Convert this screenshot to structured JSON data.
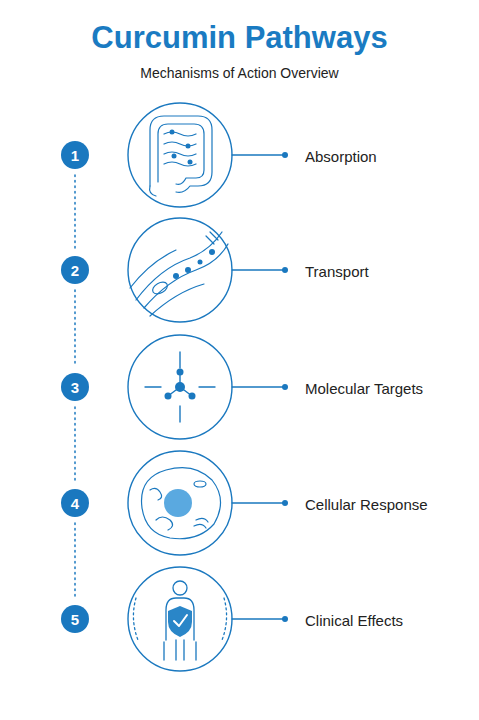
{
  "diagram": {
    "title": "Curcumin Pathways",
    "nodes": [
      {
        "text": [
          "1"
        ]
      },
      {
        "text": [
          "2"
        ]
      },
      {
        "text": [
          "3"
        ]
      },
      {
        "text": [
          "4"
        ]
      },
      {
        "text": [
          "5"
        ]
      }
    ],
    "edges": [
      {
        "from": 0,
        "to": 1,
        "arrow": "none"
      },
      {
        "from": 1,
        "to": 2,
        "arrow": "none"
      },
      {
        "from": 2,
        "to": 3,
        "arrow": "none"
      },
      {
        "from": 3,
        "to": 4,
        "arrow": "none"
      }
    ],
    "labels": [
      "Mechanisms of Action Overview",
      "Absorption",
      "Transport",
      "Molecular Targets",
      "Cellular Response",
      "Clinical Effects"
    ]
  }
}
